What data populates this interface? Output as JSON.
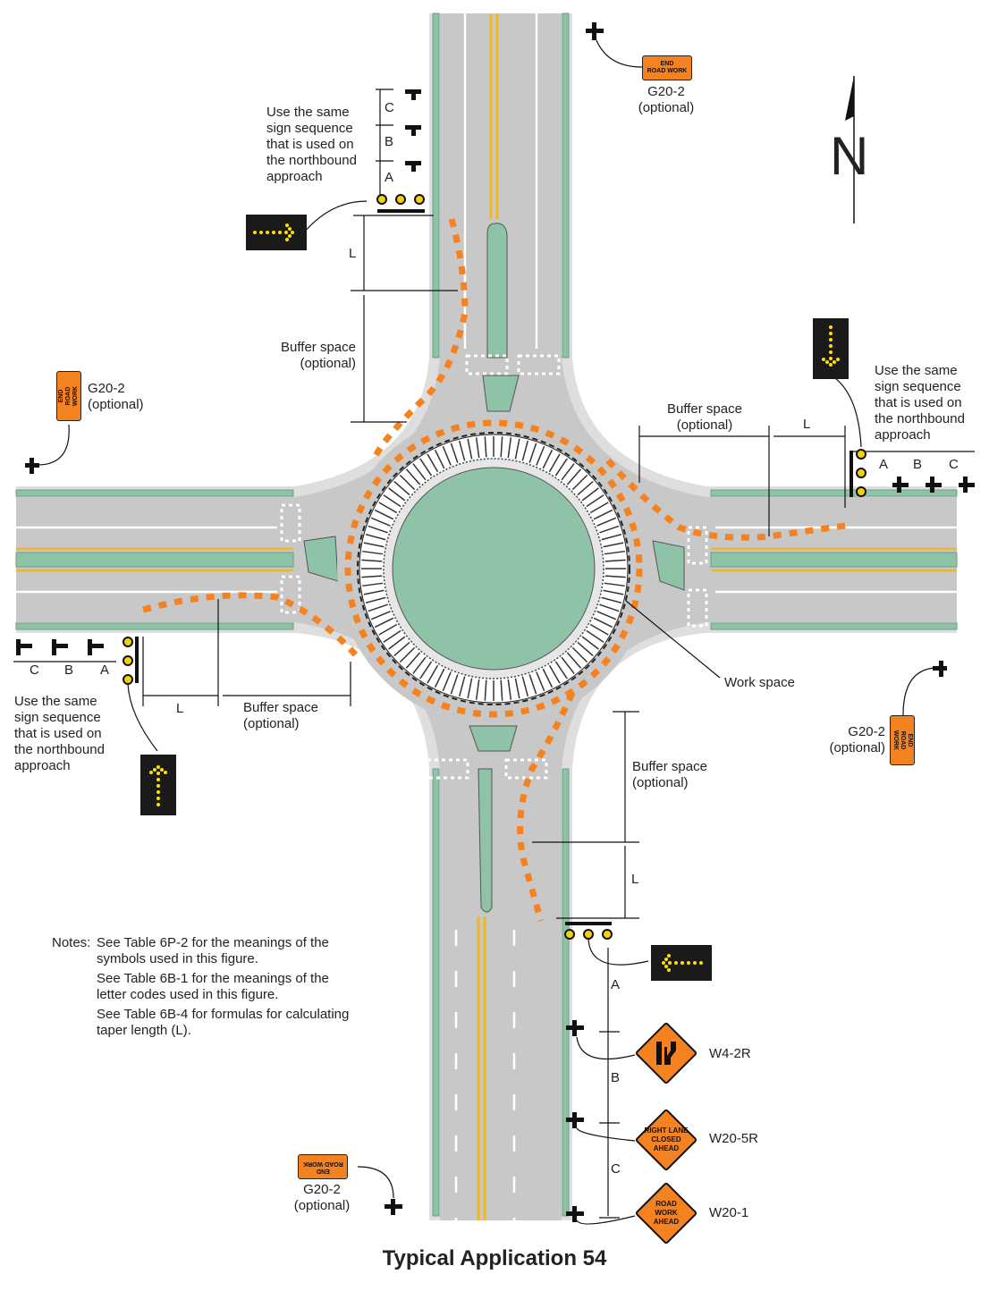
{
  "title": "Typical Application 54",
  "north_label": "N",
  "labels": {
    "same_sequence_nw": "Use the same\nsign sequence\nthat is used on\nthe northbound\napproach",
    "same_sequence_e": "Use the same\nsign sequence\nthat is used on\nthe northbound\napproach",
    "same_sequence_w": "Use the same\nsign sequence\nthat is used on\nthe northbound\napproach",
    "buffer_north": "Buffer space\n(optional)",
    "buffer_east": "Buffer space\n(optional)",
    "buffer_west": "Buffer space\n(optional)",
    "buffer_south": "Buffer space\n(optional)",
    "work_space": "Work space",
    "g20_north": "G20-2\n(optional)",
    "g20_west": "G20-2\n(optional)",
    "g20_east": "G20-2\n(optional)",
    "g20_south": "G20-2\n(optional)",
    "w4_2r": "W4-2R",
    "w20_5r": "W20-5R",
    "w20_1": "W20-1"
  },
  "letters": {
    "A": "A",
    "B": "B",
    "C": "C",
    "L": "L"
  },
  "signs": {
    "end_road_work": "END\nROAD WORK",
    "right_lane_closed": "RIGHT LANE\nCLOSED\nAHEAD",
    "road_work_ahead": "ROAD\nWORK\nAHEAD"
  },
  "notes": {
    "heading": "Notes:",
    "items": [
      "See Table 6P-2 for the meanings of the symbols used in this figure.",
      "See Table 6B-1 for the meanings of the letter codes used in this figure.",
      "See Table 6B-4 for formulas for calculating taper length (L)."
    ]
  },
  "colors": {
    "road": "#c8c8c8",
    "shoulder": "#dedede",
    "island": "#8fc3a8",
    "curb": "#6e9e88",
    "yellow_line": "#f2b720",
    "channelizer": "#f58220",
    "sign_orange": "#f58220",
    "arrow_board": "#1a1a1a",
    "arrow_light": "#ffe000"
  }
}
